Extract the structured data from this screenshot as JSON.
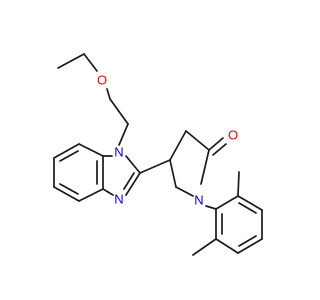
{
  "atoms": {
    "ether_oxygen": "O",
    "imidazole_n1": "N",
    "imidazole_n3": "N",
    "lactam_nitrogen": "N",
    "carbonyl_oxygen": "O"
  },
  "colors": {
    "oxygen": "#ff0000",
    "nitrogen": "#0000ff",
    "bond": "#1a1a1a",
    "background": "#ffffff"
  }
}
